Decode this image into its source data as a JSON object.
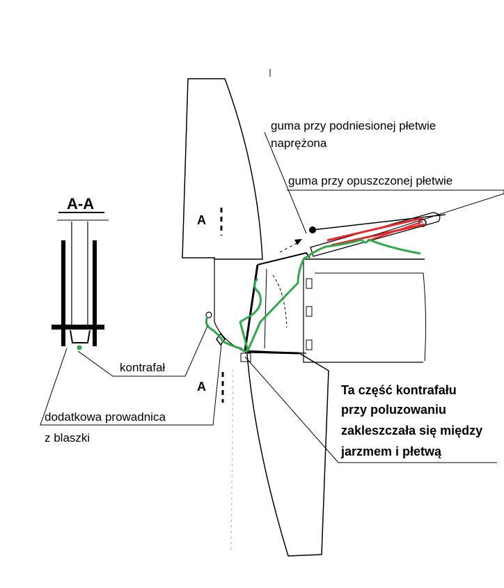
{
  "section": {
    "title": "A-A",
    "marker_upper": "A",
    "marker_lower": "A"
  },
  "labels": {
    "guma_raised_line1": "guma przy podniesionej płetwie",
    "guma_raised_line2": "naprężona",
    "guma_lowered": "guma przy opuszczonej płetwie",
    "kontrafal": "kontrafał",
    "guide_line1": "dodatkowa prowadnica",
    "guide_line2": "z blaszki",
    "note_line1": "Ta część kontrafału",
    "note_line2": "przy poluzowaniu",
    "note_line3": "zakleszczała się między",
    "note_line4": "jarzmem i płetwą"
  },
  "colors": {
    "outline": "#000000",
    "rope_green": "#2fa84a",
    "rubber_red": "#e8262b",
    "background": "#ffffff"
  }
}
